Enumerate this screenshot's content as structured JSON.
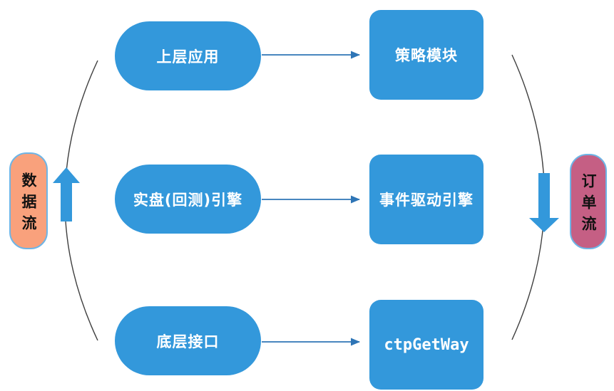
{
  "diagram": {
    "type": "flow-diagram",
    "side_labels": {
      "data_flow": "数据流",
      "order_flow": "订单流"
    },
    "rows": [
      {
        "left": "上层应用",
        "right": "策略模块"
      },
      {
        "left": "实盘(回测)引擎",
        "right": "事件驱动引擎"
      },
      {
        "left": "底层接口",
        "right": "ctpGetWay"
      }
    ],
    "colors": {
      "node_blue": "#3398db",
      "connector_blue": "#2e75b6",
      "flow_arrow_blue": "#3398db",
      "data_flow_fill": "#f9a17c",
      "order_flow_fill": "#c55f84",
      "label_border_blue": "#6eb5e6",
      "arc_gray": "#3f3f3f",
      "node_text": "#ffffff",
      "label_text": "#111111"
    }
  }
}
